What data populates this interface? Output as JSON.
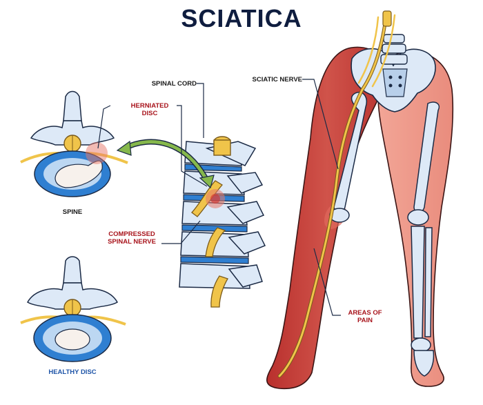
{
  "title": "SCIATICA",
  "labels": {
    "spinal_cord": "SPINAL CORD",
    "herniated_disc_line1": "HERNIATED",
    "herniated_disc_line2": "DISC",
    "spine": "SPINE",
    "compressed_nerve_line1": "COMPRESSED",
    "compressed_nerve_line2": "SPINAL NERVE",
    "sciatic_nerve": "SCIATIC NERVE",
    "areas_of_pain_line1": "AREAS OF",
    "areas_of_pain_line2": "PAIN",
    "healthy_disc": "HEALTHY DISC"
  },
  "colors": {
    "title": "#0f1d3f",
    "bone": "#dde9f7",
    "bone_shade": "#b8cfea",
    "disc_ring": "#2f7fd1",
    "disc_core": "#f7f1ec",
    "nerve": "#f0c44a",
    "muscle": "#c83f3c",
    "muscle_light": "#e9998f",
    "skin": "#f3b3a5",
    "pain": "#d4322f",
    "arrow_green": "#86b84c",
    "label_red": "#a8141c",
    "label_blue": "#1f55a8"
  }
}
